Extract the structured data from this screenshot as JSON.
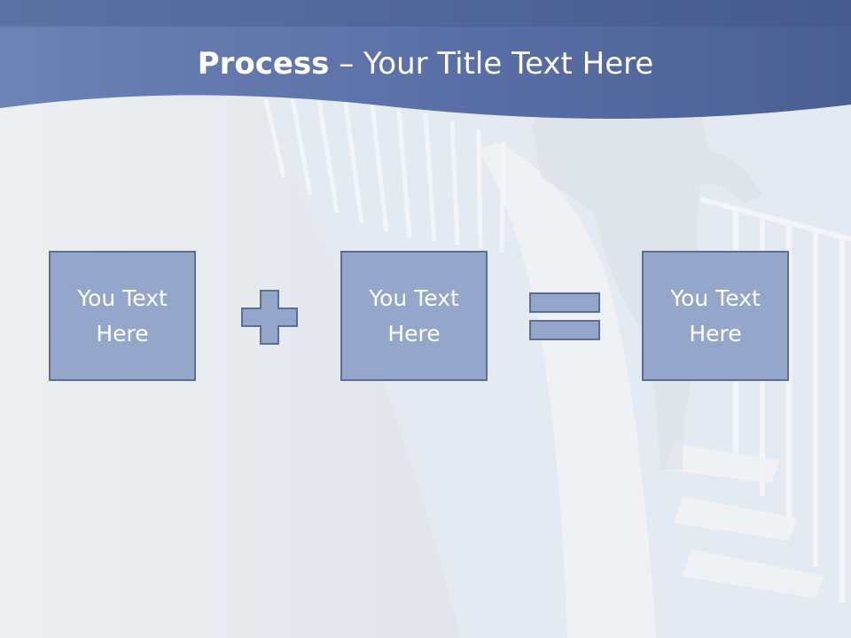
{
  "title": {
    "bold": "Process",
    "rest": " – Your Title Text Here"
  },
  "boxes": [
    {
      "line1": "You Text",
      "line2": "Here"
    },
    {
      "line1": "You Text",
      "line2": "Here"
    },
    {
      "line1": "You Text",
      "line2": "Here"
    }
  ],
  "operators": [
    "plus-icon",
    "equals-icon"
  ],
  "colors": {
    "header": "#4f6499",
    "box_fill": "#94a6c9",
    "box_border": "#5b6e95"
  }
}
